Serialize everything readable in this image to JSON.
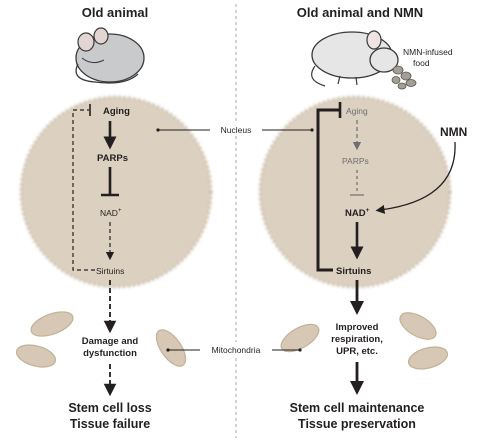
{
  "left_panel": {
    "title": "Old animal",
    "aging": "Aging",
    "parps": "PARPs",
    "nad": "NAD",
    "nad_sup": "+",
    "sirtuins": "Sirtuins",
    "damage_line1": "Damage and",
    "damage_line2": "dysfunction",
    "outcome_line1": "Stem cell loss",
    "outcome_line2": "Tissue failure"
  },
  "right_panel": {
    "title": "Old animal and NMN",
    "food_line1": "NMN-infused",
    "food_line2": "food",
    "nmn": "NMN",
    "aging": "Aging",
    "parps": "PARPs",
    "nad": "NAD",
    "nad_sup": "+",
    "sirtuins": "Sirtuins",
    "improved_line1": "Improved",
    "improved_line2": "respiration,",
    "improved_line3": "UPR, etc.",
    "outcome_line1": "Stem cell maintenance",
    "outcome_line2": "Tissue preservation"
  },
  "center_labels": {
    "nucleus": "Nucleus",
    "mitochondria": "Mitochondria"
  },
  "colors": {
    "nucleus_fill": "#dcd0c0",
    "mito_fill": "#d6c8b4",
    "ink": "#231f20",
    "light_ink": "#6d6e71",
    "mouse_fill": "#c9cacc"
  }
}
